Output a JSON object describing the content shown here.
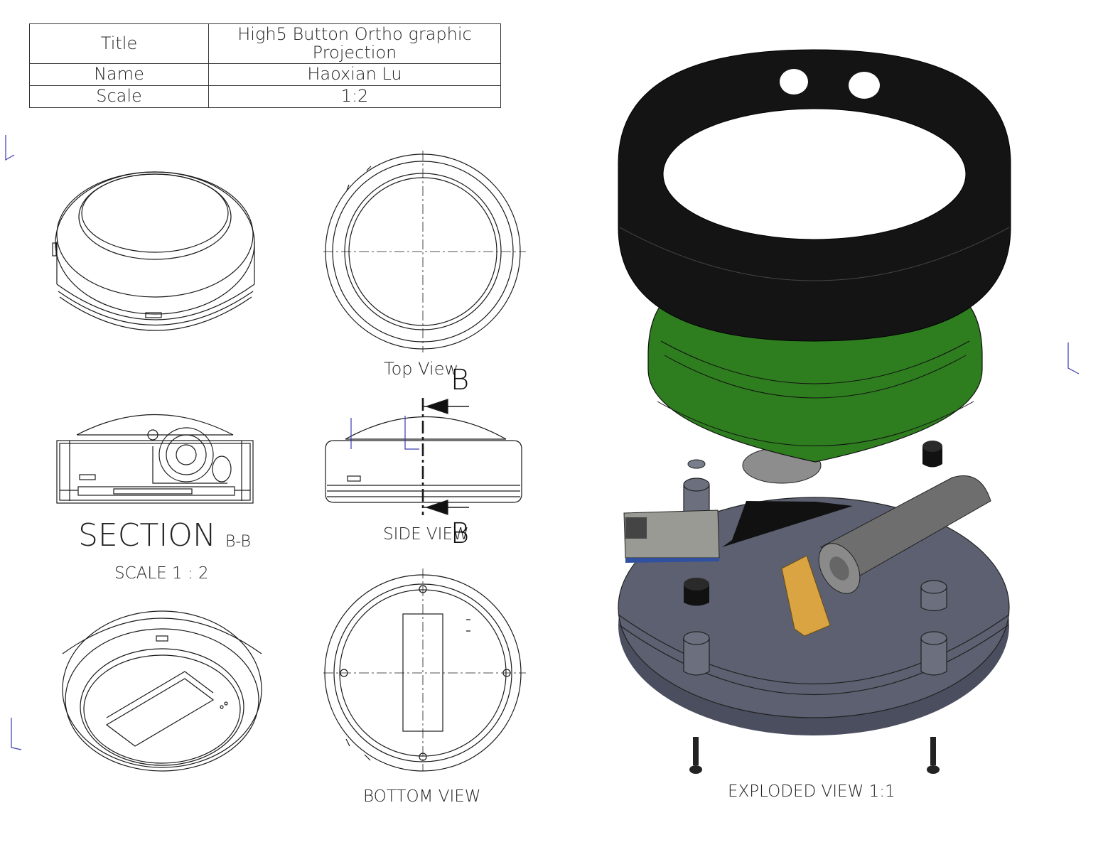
{
  "title_block": {
    "title_label": "Title",
    "title_value": "High5 Button Ortho graphic Projection",
    "name_label": "Name",
    "name_value": "Haoxian Lu",
    "scale_label": "Scale",
    "scale_value": "1:2"
  },
  "views": {
    "top_view": "Top View",
    "side_view": "SIDE VIEW",
    "bottom_view": "BOTTOM VIEW",
    "exploded_view": "EXPLODED VIEW 1:1",
    "section_title": "SECTION",
    "section_id": "B-B",
    "section_scale": "SCALE 1 : 2",
    "section_marker": "B"
  },
  "colors": {
    "ring": "#141414",
    "dome": "#2e7d1f",
    "base_plate": "#5c6070",
    "battery": "#707070",
    "clip": "#d9a441",
    "line": "#1a1a1a"
  }
}
